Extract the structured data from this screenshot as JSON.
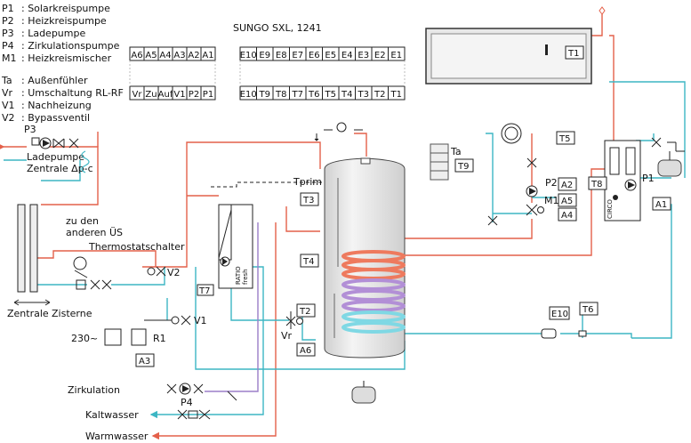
{
  "legend": [
    {
      "code": "P1",
      "text": ": Solarkreispumpe"
    },
    {
      "code": "P2",
      "text": ": Heizkreispumpe"
    },
    {
      "code": "P3",
      "text": ": Ladepumpe"
    },
    {
      "code": "P4",
      "text": ": Zirkulationspumpe"
    },
    {
      "code": "M1",
      "text": ": Heizkreismischer"
    },
    {
      "code": "Ta",
      "text": ": Außenfühler"
    },
    {
      "code": "Vr",
      "text": ": Umschaltung RL-RF"
    },
    {
      "code": "V1",
      "text": ": Nachheizung"
    },
    {
      "code": "V2",
      "text": ": Bypassventil"
    }
  ],
  "controller": {
    "title": "SUNGO SXL, 1241",
    "outputs_top": [
      "A6",
      "A5",
      "A4",
      "A3",
      "A2",
      "A1"
    ],
    "outputs_bottom": [
      "Vr",
      "Zu",
      "Auf",
      "V1",
      "P2",
      "P1"
    ],
    "inputs_top": [
      "E10",
      "E9",
      "E8",
      "E7",
      "E6",
      "E5",
      "E4",
      "E3",
      "E2",
      "E1"
    ],
    "inputs_bottom": [
      "E10",
      "T9",
      "T8",
      "T7",
      "T6",
      "T5",
      "T4",
      "T3",
      "T2",
      "T1"
    ]
  },
  "labels": {
    "p3": "P3",
    "ladepumpe": "Ladepumpe",
    "zentrale_dp": "Zentrale Δp-c",
    "zu_den": "zu den",
    "anderen_us": "anderen ÜS",
    "thermostatschalter": "Thermostatschalter",
    "v2": "V2",
    "zentrale": "Zentrale",
    "zisterne": "Zisterne",
    "v1": "V1",
    "v230": "230~",
    "r1": "R1",
    "a3": "A3",
    "zirkulation": "Zirkulation",
    "p4": "P4",
    "kaltwasser": "Kaltwasser",
    "warmwasser": "Warmwasser",
    "t7": "T7",
    "ratio1": "RATIO",
    "ratio2": "fresh",
    "tprim": "Tprim",
    "t3": "T3",
    "t4": "T4",
    "t2": "T2",
    "vr": "Vr",
    "a6": "A6",
    "ta": "Ta",
    "t9": "T9",
    "t5": "T5",
    "p2": "P2",
    "a2": "A2",
    "m1": "M1",
    "a5": "A5",
    "a4": "A4",
    "t8": "T8",
    "p1": "P1",
    "a1": "A1",
    "circo": "CIRCO",
    "t1": "T1",
    "e10": "E10",
    "t6": "T6"
  },
  "colors": {
    "hot": "#e4604a",
    "cold": "#3db6c4",
    "purple": "#9b7ec8",
    "line": "#222222",
    "coil_red": "#ee7a5e",
    "coil_violet": "#b28fd6",
    "coil_cyan": "#7fd8e4",
    "tank": "#e6e6e6"
  }
}
